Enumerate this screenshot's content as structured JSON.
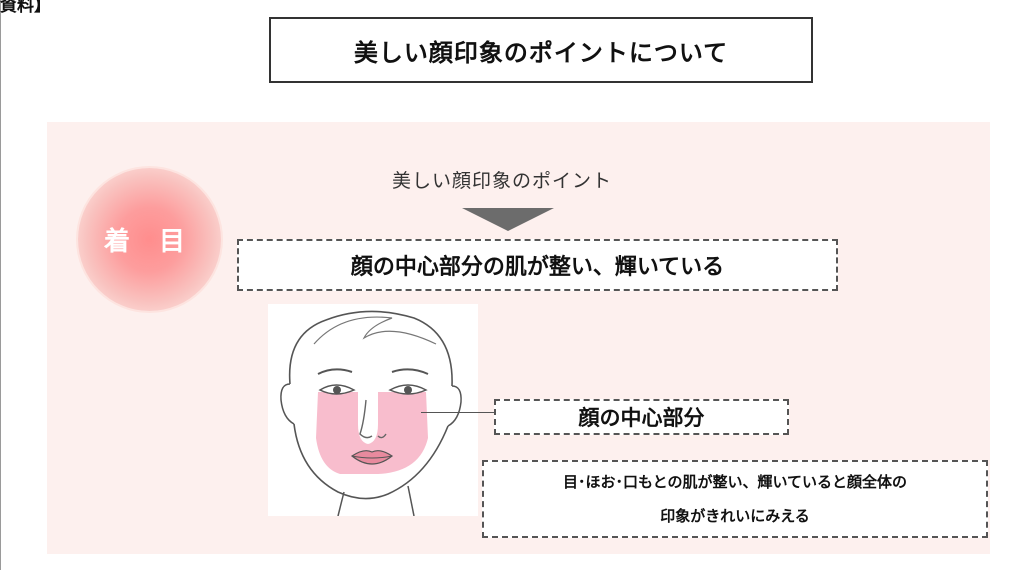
{
  "corner_label": "資料】",
  "title": "美しい顔印象のポイントについて",
  "badge": "着 目",
  "subtitle": "美しい顔印象のポイント",
  "main_point": "顔の中心部分の肌が整い、輝いている",
  "callout": "顔の中心部分",
  "description": [
    "目･ほお･口もとの肌が整い、輝いていると顔全体の",
    "印象がきれいにみえる"
  ],
  "colors": {
    "panel_background": "#fdf0ee",
    "badge": "#fd9d9d",
    "highlight": "#f7b2c4",
    "arrow": "#6c6c6c"
  },
  "icons": [
    "face-illustration",
    "down-triangle-arrow"
  ]
}
